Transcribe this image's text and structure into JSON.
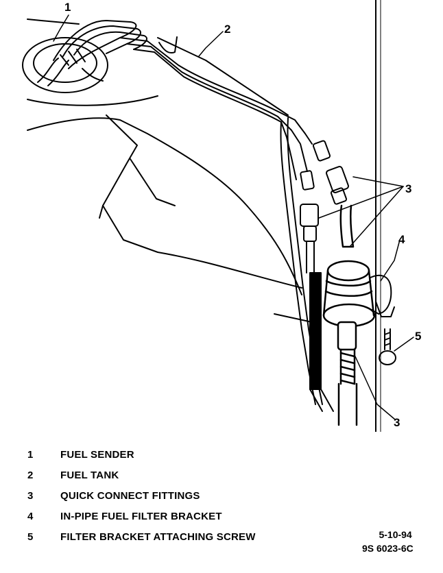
{
  "callouts": {
    "c1": "1",
    "c2": "2",
    "c3a": "3",
    "c3b": "3",
    "c4": "4",
    "c5": "5"
  },
  "legend": [
    {
      "num": "1",
      "text": "FUEL SENDER"
    },
    {
      "num": "2",
      "text": "FUEL TANK"
    },
    {
      "num": "3",
      "text": "QUICK CONNECT FITTINGS"
    },
    {
      "num": "4",
      "text": "IN-PIPE FUEL FILTER BRACKET"
    },
    {
      "num": "5",
      "text": "FILTER BRACKET ATTACHING SCREW"
    }
  ],
  "stamp": {
    "date": "5-10-94",
    "code": "9S 6023-6C"
  }
}
